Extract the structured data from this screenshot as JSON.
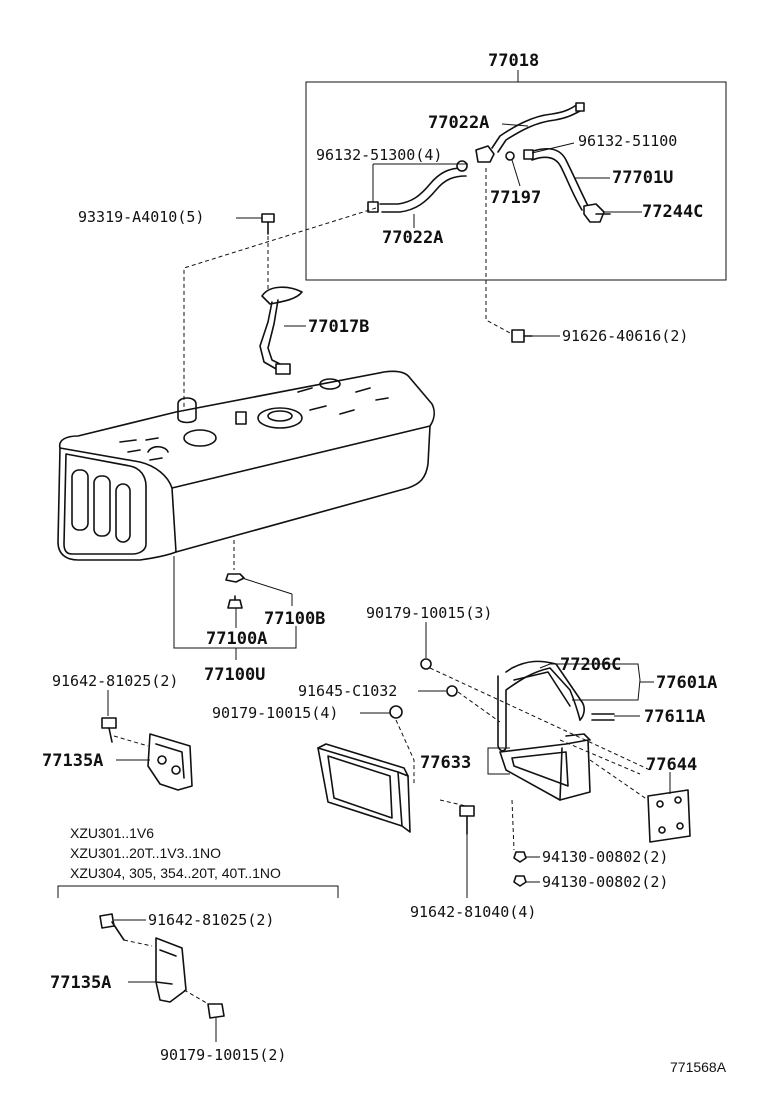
{
  "labels": {
    "l77018": "77018",
    "l77022a_top": "77022A",
    "l96132_51100": "96132-51100",
    "l96132_51300": "96132-51300(4)",
    "l77701u": "77701U",
    "l77197": "77197",
    "l77244c": "77244C",
    "l93319": "93319-A4010(5)",
    "l77022a_bot": "77022A",
    "l77017b": "77017B",
    "l91626": "91626-40616(2)",
    "l77100b": "77100B",
    "l77100a": "77100A",
    "l77100u": "77100U",
    "l90179_3": "90179-10015(3)",
    "l77206c": "77206C",
    "l77601a": "77601A",
    "l91645": "91645-C1032",
    "l77611a": "77611A",
    "l90179_4": "90179-10015(4)",
    "l91642_81025_top": "91642-81025(2)",
    "l77135a_top": "77135A",
    "l77633": "77633",
    "l77644": "77644",
    "l94130_a": "94130-00802(2)",
    "l94130_b": "94130-00802(2)",
    "l91642_81040": "91642-81040(4)",
    "l91642_81025_bot": "91642-81025(2)",
    "l77135a_bot": "77135A",
    "l90179_2": "90179-10015(2)",
    "figure_code": "771568A"
  },
  "notes": {
    "line1": "XZU301..1V6",
    "line2": "XZU301..20T..1V3..1NO",
    "line3": "XZU304, 305, 354..20T, 40T..1NO"
  }
}
